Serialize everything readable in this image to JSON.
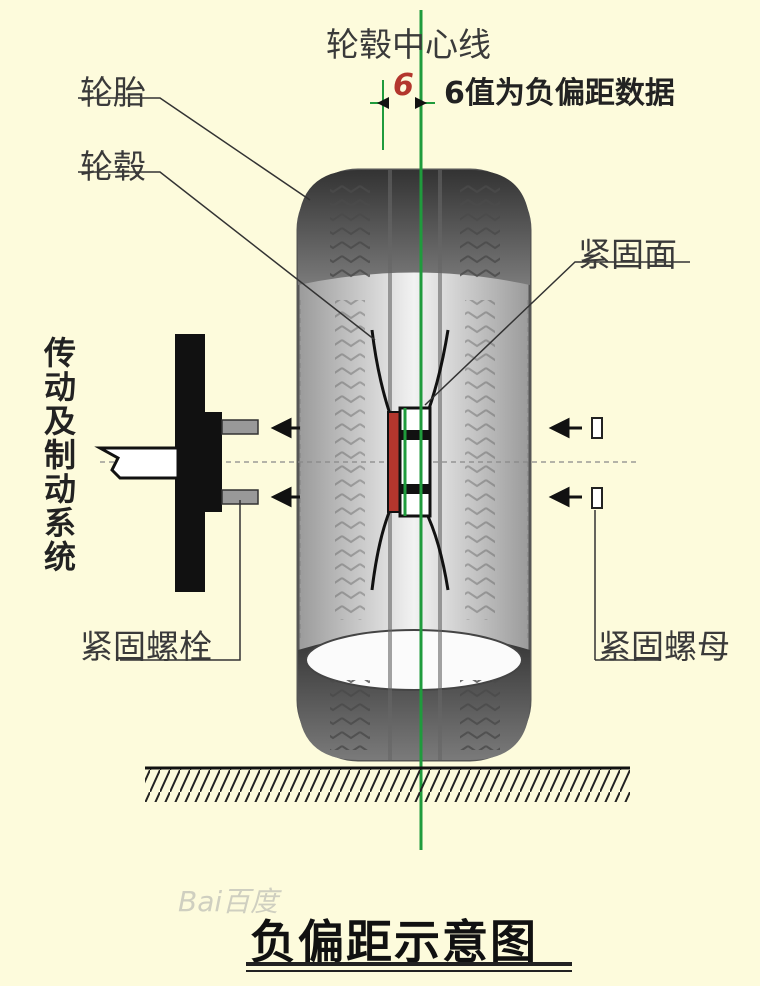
{
  "labels": {
    "centerline": "轮毂中心线",
    "tire": "轮胎",
    "hub": "轮毂",
    "mounting_face": "紧固面",
    "offset_symbol": "6",
    "offset_note": "6值为负偏距数据",
    "bolt": "紧固螺栓",
    "nut": "紧固螺母",
    "drive_brake": [
      "传",
      "动",
      "及",
      "制",
      "动",
      "系",
      "统"
    ]
  },
  "title": "负偏距示意图",
  "watermark": "Bai百度",
  "colors": {
    "background": "#fdfbdc",
    "centerline": "#1f9b3c",
    "offset_symbol": "#b3362d",
    "hub_block": "#b3362d"
  }
}
